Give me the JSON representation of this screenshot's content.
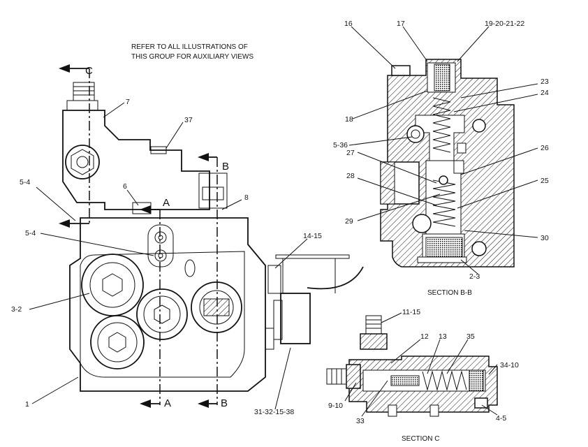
{
  "note": {
    "line1": "REFER TO ALL ILLUSTRATIONS OF",
    "line2": "THIS GROUP FOR AUXILIARY VIEWS"
  },
  "section_markers": {
    "c_top": "C",
    "b_top": "B",
    "a_mid": "A",
    "a_bottom": "A",
    "b_bottom": "B"
  },
  "callouts": {
    "c7": "7",
    "c37": "37",
    "c6": "6",
    "c8": "8",
    "c5_4_upper": "5-4",
    "c5_4_lower": "5-4",
    "c3_2": "3-2",
    "c1": "1",
    "c14_15": "14-15",
    "c31_32_15_38": "31-32-15-38",
    "c16": "16",
    "c17": "17",
    "c19_22": "19-20-21-22",
    "c23": "23",
    "c24": "24",
    "c18": "18",
    "c5_36": "5-36",
    "c27": "27",
    "c26": "26",
    "c28": "28",
    "c25": "25",
    "c29": "29",
    "c30": "30",
    "c2_3": "2-3",
    "c11_15": "11-15",
    "c12": "12",
    "c13": "13",
    "c35": "35",
    "c34_10": "34-10",
    "c9_10": "9-10",
    "c33": "33",
    "c4_5": "4-5"
  },
  "captions": {
    "section_bb": "SECTION B-B",
    "section_c": "SECTION C"
  }
}
